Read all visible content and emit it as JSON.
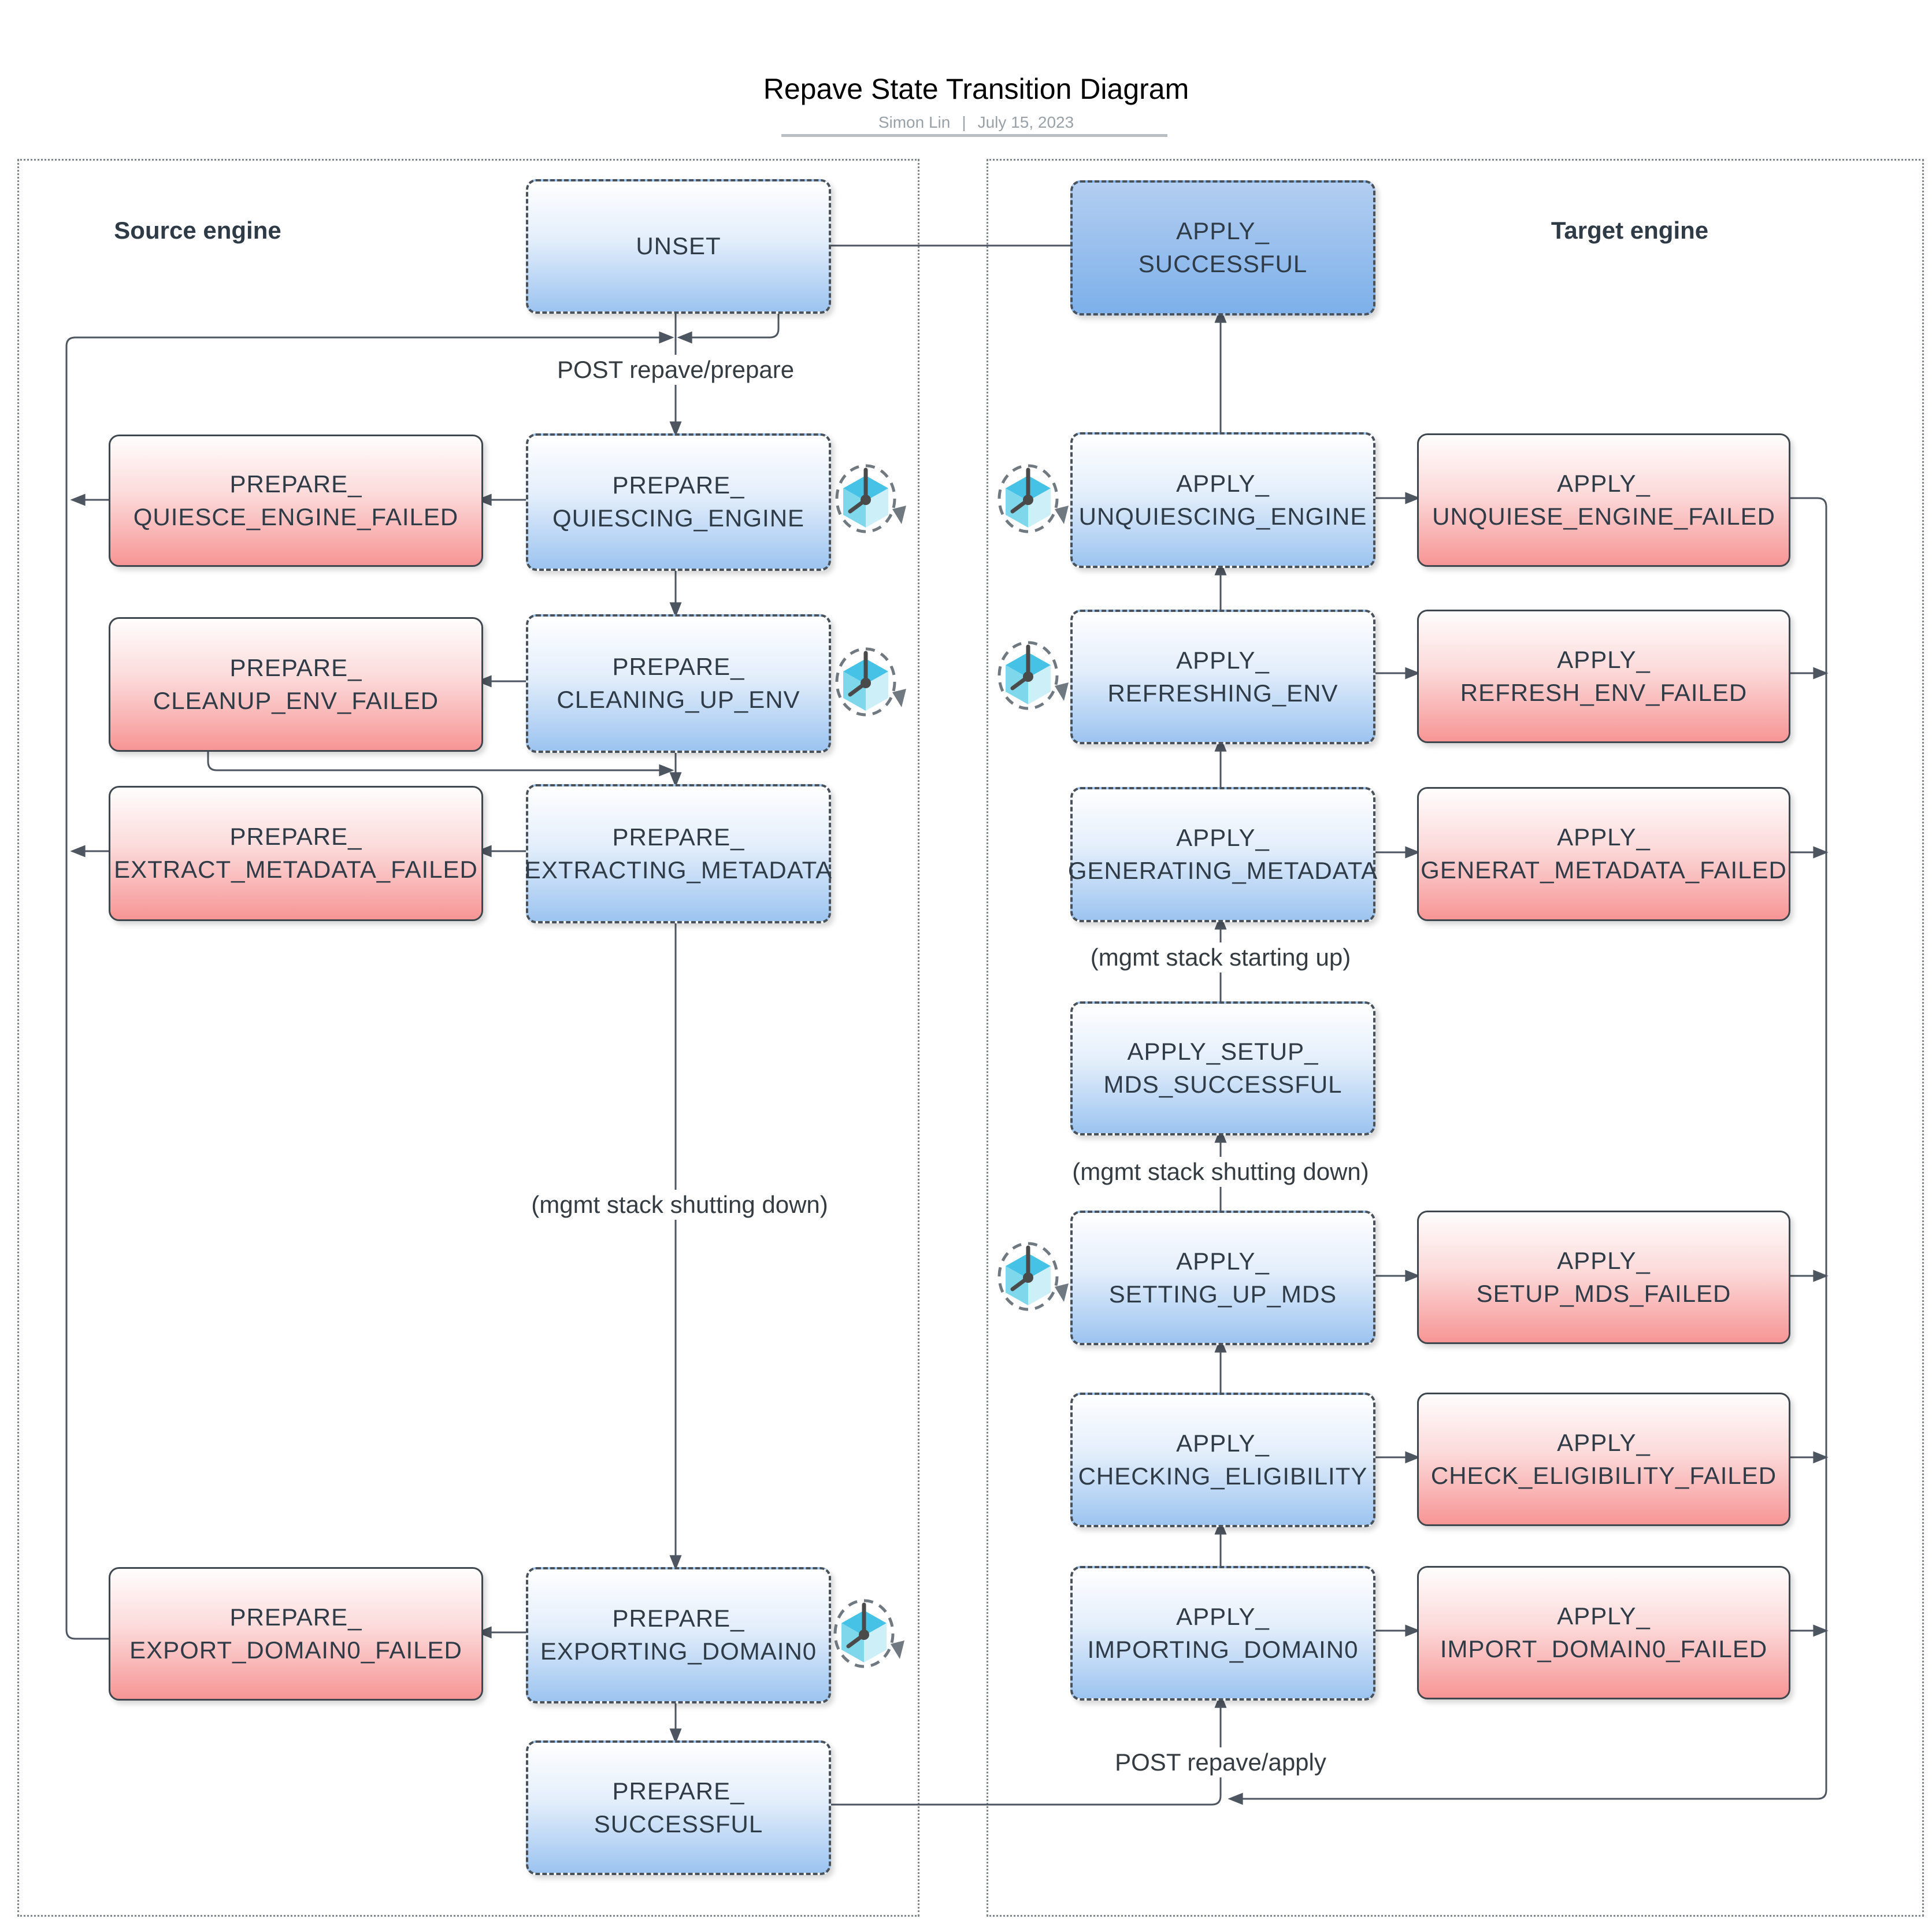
{
  "header": {
    "title": "Repave State Transition Diagram",
    "author": "Simon Lin",
    "divider": "|",
    "date": "July 15, 2023"
  },
  "containers": {
    "source": {
      "label": "Source engine"
    },
    "target": {
      "label": "Target engine"
    }
  },
  "states": {
    "unset": "UNSET",
    "prepare_quiescing_engine": "PREPARE_\nQUIESCING_ENGINE",
    "prepare_quiesce_engine_failed": "PREPARE_\nQUIESCE_ENGINE_FAILED",
    "prepare_cleaning_up_env": "PREPARE_\nCLEANING_UP_ENV",
    "prepare_cleanup_env_failed": "PREPARE_\nCLEANUP_ENV_FAILED",
    "prepare_extracting_metadata": "PREPARE_\nEXTRACTING_METADATA",
    "prepare_extract_metadata_failed": "PREPARE_\nEXTRACT_METADATA_FAILED",
    "prepare_exporting_domain0": "PREPARE_\nEXPORTING_DOMAIN0",
    "prepare_export_domain0_failed": "PREPARE_\nEXPORT_DOMAIN0_FAILED",
    "prepare_successful": "PREPARE_\nSUCCESSFUL",
    "apply_successful": "APPLY_\nSUCCESSFUL",
    "apply_unquiescing_engine": "APPLY_\nUNQUIESCING_ENGINE",
    "apply_unquiese_engine_failed": "APPLY_\nUNQUIESE_ENGINE_FAILED",
    "apply_refreshing_env": "APPLY_\nREFRESHING_ENV",
    "apply_refresh_env_failed": "APPLY_\nREFRESH_ENV_FAILED",
    "apply_generating_metadata": "APPLY_\nGENERATING_METADATA",
    "apply_generat_metadata_failed": "APPLY_\nGENERAT_METADATA_FAILED",
    "apply_setup_mds_successful": "APPLY_SETUP_\nMDS_SUCCESSFUL",
    "apply_setting_up_mds": "APPLY_\nSETTING_UP_MDS",
    "apply_setup_mds_failed": "APPLY_\nSETUP_MDS_FAILED",
    "apply_checking_eligibility": "APPLY_\nCHECKING_ELIGIBILITY",
    "apply_check_eligibility_failed": "APPLY_\nCHECK_ELIGIBILITY_FAILED",
    "apply_importing_domain0": "APPLY_\nIMPORTING_DOMAIN0",
    "apply_import_domain0_failed": "APPLY_\nIMPORT_DOMAIN0_FAILED"
  },
  "edge_labels": {
    "post_prepare": "POST repave/prepare",
    "source_mgmt_shutdown": "(mgmt stack shutting down)",
    "target_mgmt_startup": "(mgmt stack starting up)",
    "target_mgmt_shutdown": "(mgmt stack shutting down)",
    "post_apply": "POST repave/apply"
  },
  "icons": {
    "timer": "timer-cube-icon"
  },
  "colors": {
    "state_blue_fill_bottom": "#9cc4f0",
    "state_blue_deep_fill": "#7db0ea",
    "state_red_fill_bottom": "#f79595",
    "state_border": "#49525b",
    "edge_line": "#4d5560",
    "timer_cyan": "#45c2e6",
    "subtitle_gray": "#99a1a8"
  }
}
